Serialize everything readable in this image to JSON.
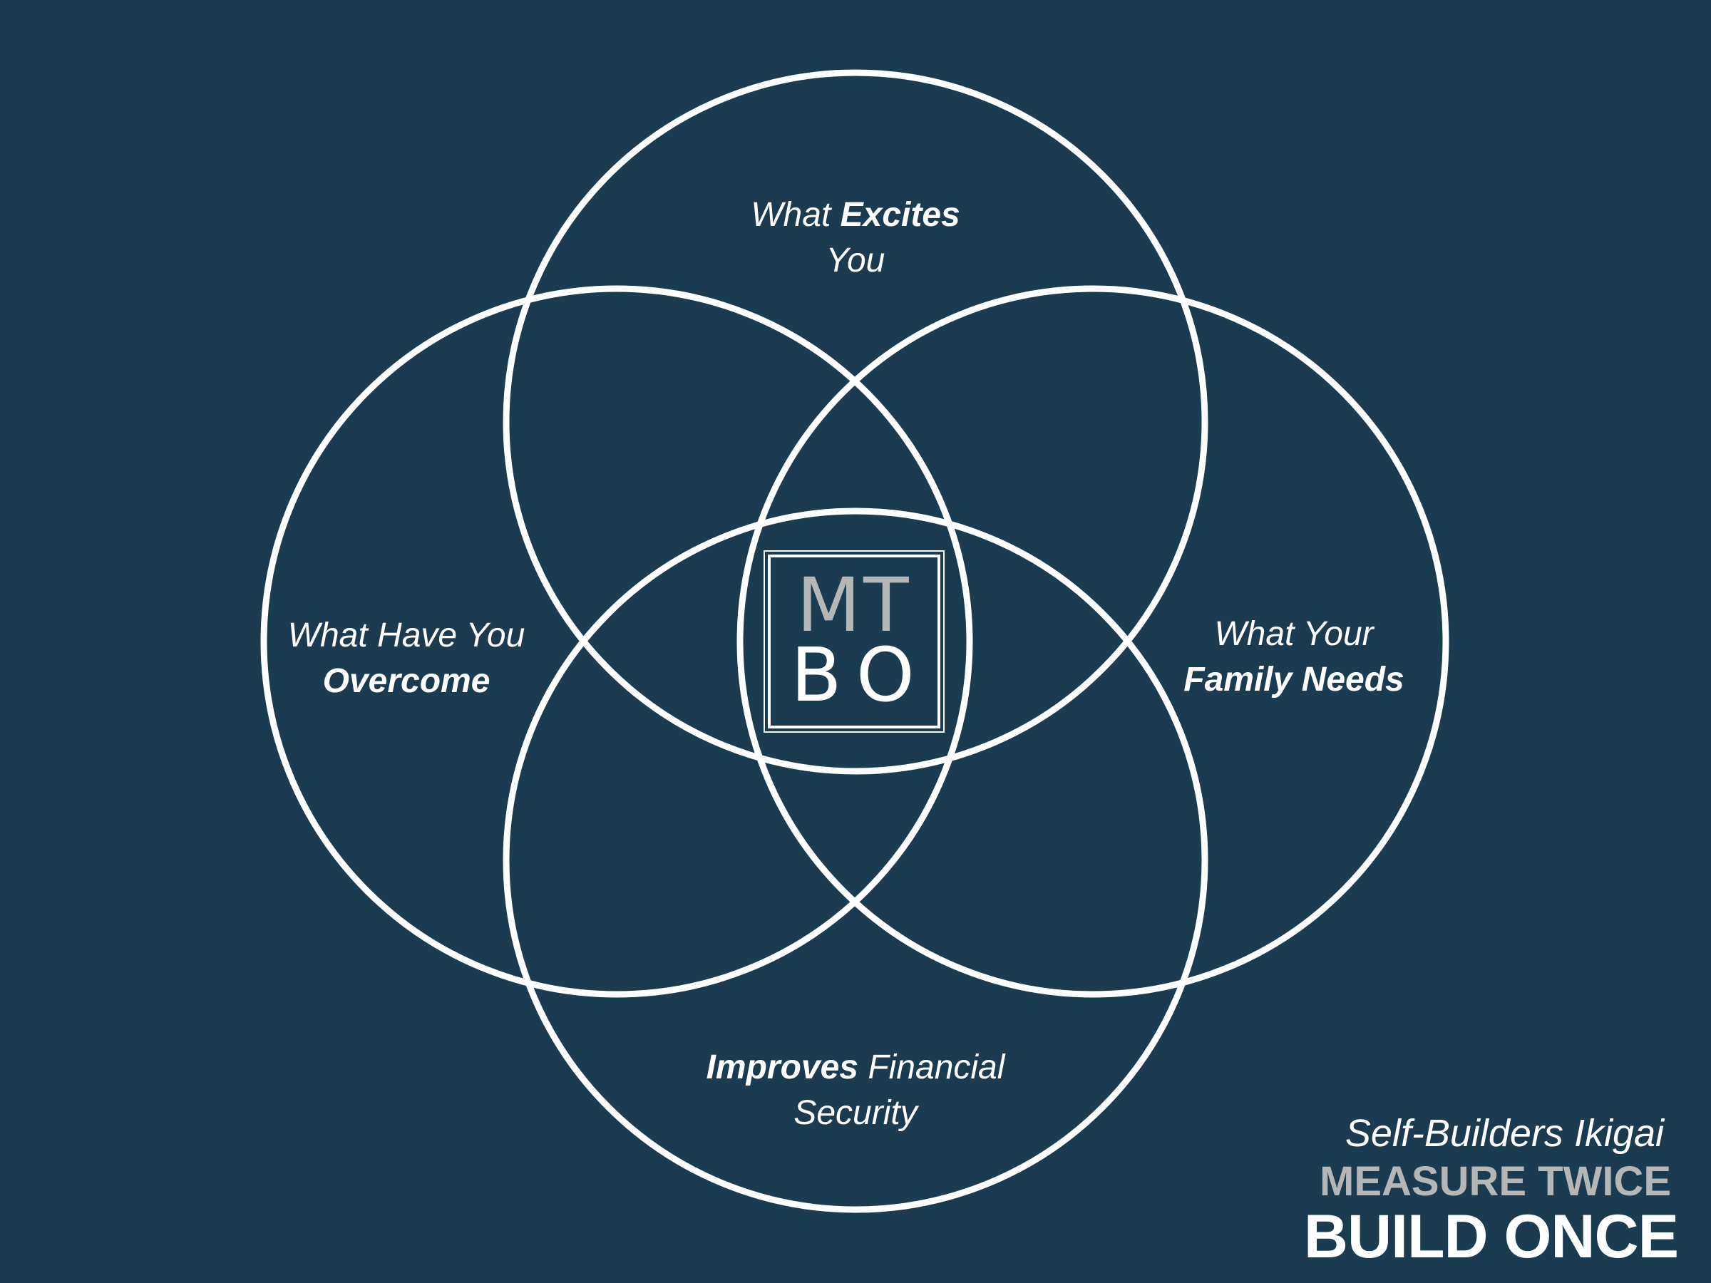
{
  "colors": {
    "background": "#1a3b50",
    "circle_stroke": "#ffffff",
    "text_primary": "#ffffff",
    "text_muted_gray": "#b5b6b6"
  },
  "circles": {
    "top": {
      "label_part1": "What ",
      "label_part2": "Excites",
      "label_part3": "You"
    },
    "left": {
      "label_line1": "What Have You",
      "label_line2": "Overcome"
    },
    "right": {
      "label_line1": "What Your",
      "label_line2": "Family Needs"
    },
    "bottom": {
      "label_part1": "Improves",
      "label_part2": " Financial",
      "label_part3": "Security"
    }
  },
  "center_logo": {
    "line1": "MT",
    "line2": "BO"
  },
  "branding": {
    "subtitle": "Self-Builders Ikigai",
    "line1": "MEASURE TWICE",
    "line2": "BUILD ONCE"
  }
}
